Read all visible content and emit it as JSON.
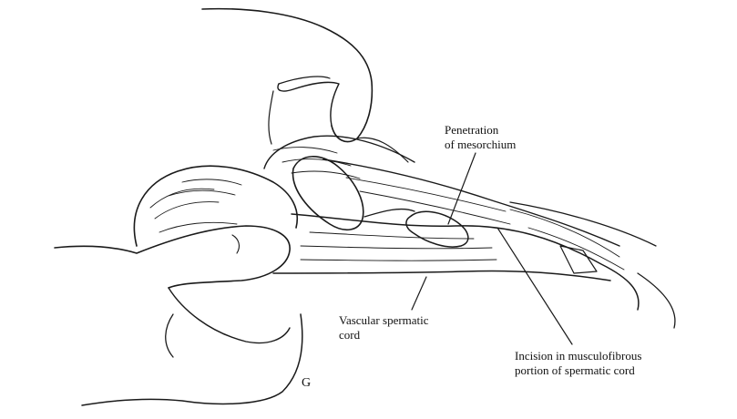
{
  "labels": {
    "penetration_line1": "Penetration",
    "penetration_line2": "of mesorchium",
    "vascular_line1": "Vascular spermatic",
    "vascular_line2": "cord",
    "incision_line1": "Incision in musculofibrous",
    "incision_line2": "portion of spermatic cord",
    "panel_letter": "G"
  },
  "colors": {
    "ink": "#1a1a1a",
    "background": "#ffffff"
  }
}
